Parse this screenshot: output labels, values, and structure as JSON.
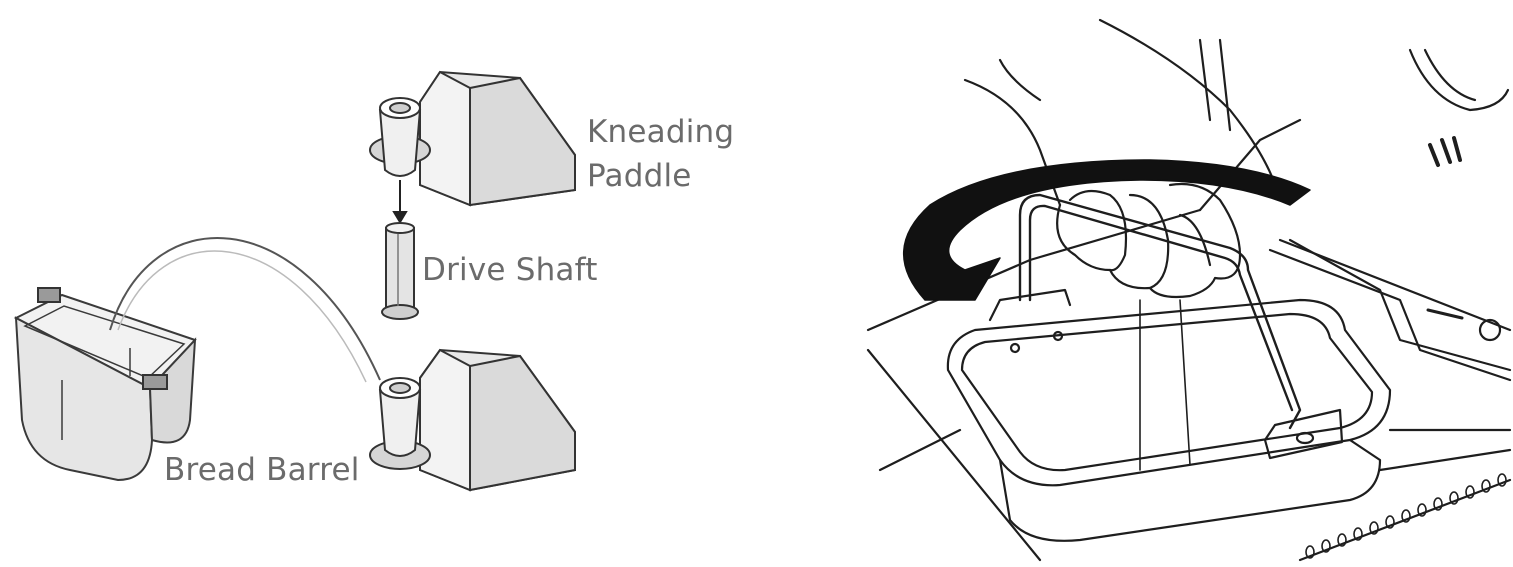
{
  "labels": {
    "kneading_line1": "Kneading",
    "kneading_line2": "Paddle",
    "drive_shaft": "Drive Shaft",
    "bread_barrel": "Bread Barrel"
  },
  "colors": {
    "ink": "#2b2b2b",
    "grey_fill": "#e4e4e4",
    "light_fill": "#f1f1f1",
    "label_text": "#6b6b6b"
  }
}
